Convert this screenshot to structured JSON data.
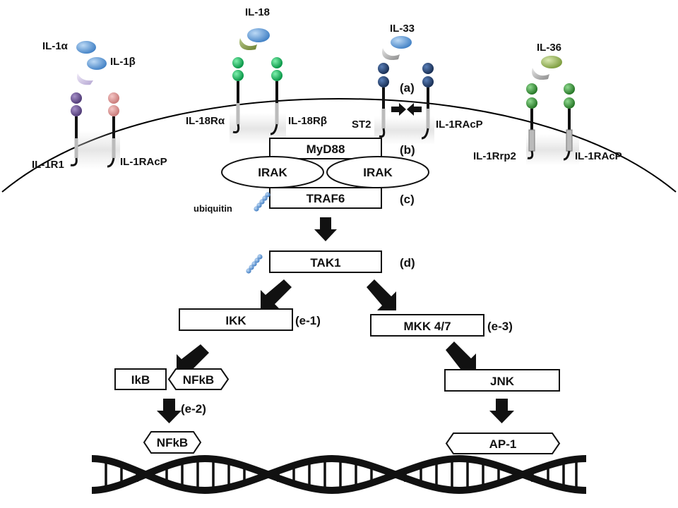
{
  "receptors": {
    "il1": {
      "ligand_a": "IL-1α",
      "ligand_b": "IL-1β",
      "receptor_left": "IL-1R1",
      "receptor_right": "IL-1RAcP"
    },
    "il18": {
      "ligand": "IL-18",
      "receptor_left": "IL-18Rα",
      "receptor_right": "IL-18Rβ"
    },
    "il33": {
      "ligand": "IL-33",
      "receptor_left": "ST2",
      "receptor_right": "IL-1RAcP"
    },
    "il36": {
      "ligand": "IL-36",
      "receptor_left": "IL-1Rrp2",
      "receptor_right": "IL-1RAcP"
    }
  },
  "pathway": {
    "myd88": "MyD88",
    "irak_left": "IRAK",
    "irak_right": "IRAK",
    "traf6": "TRAF6",
    "ubiquitin": "ubiquitin",
    "tak1": "TAK1",
    "ikk": "IKK",
    "mkk": "MKK 4/7",
    "ikb": "IkB",
    "nfkb_complex": "NFkB",
    "nfkb_nuclear": "NFkB",
    "jnk": "JNK",
    "ap1": "AP-1"
  },
  "steps": {
    "a": "(a)",
    "b": "(b)",
    "c": "(c)",
    "d": "(d)",
    "e1": "(e-1)",
    "e2": "(e-2)",
    "e3": "(e-3)"
  },
  "colors": {
    "ligand_blue": "#5b9bd5",
    "ligand_olive": "#9bbb59",
    "domain_purple": "#5e4a86",
    "domain_pink": "#d99594",
    "domain_green": "#00b050",
    "domain_navy": "#1f3864",
    "domain_darkgreen": "#2e8b2e"
  }
}
